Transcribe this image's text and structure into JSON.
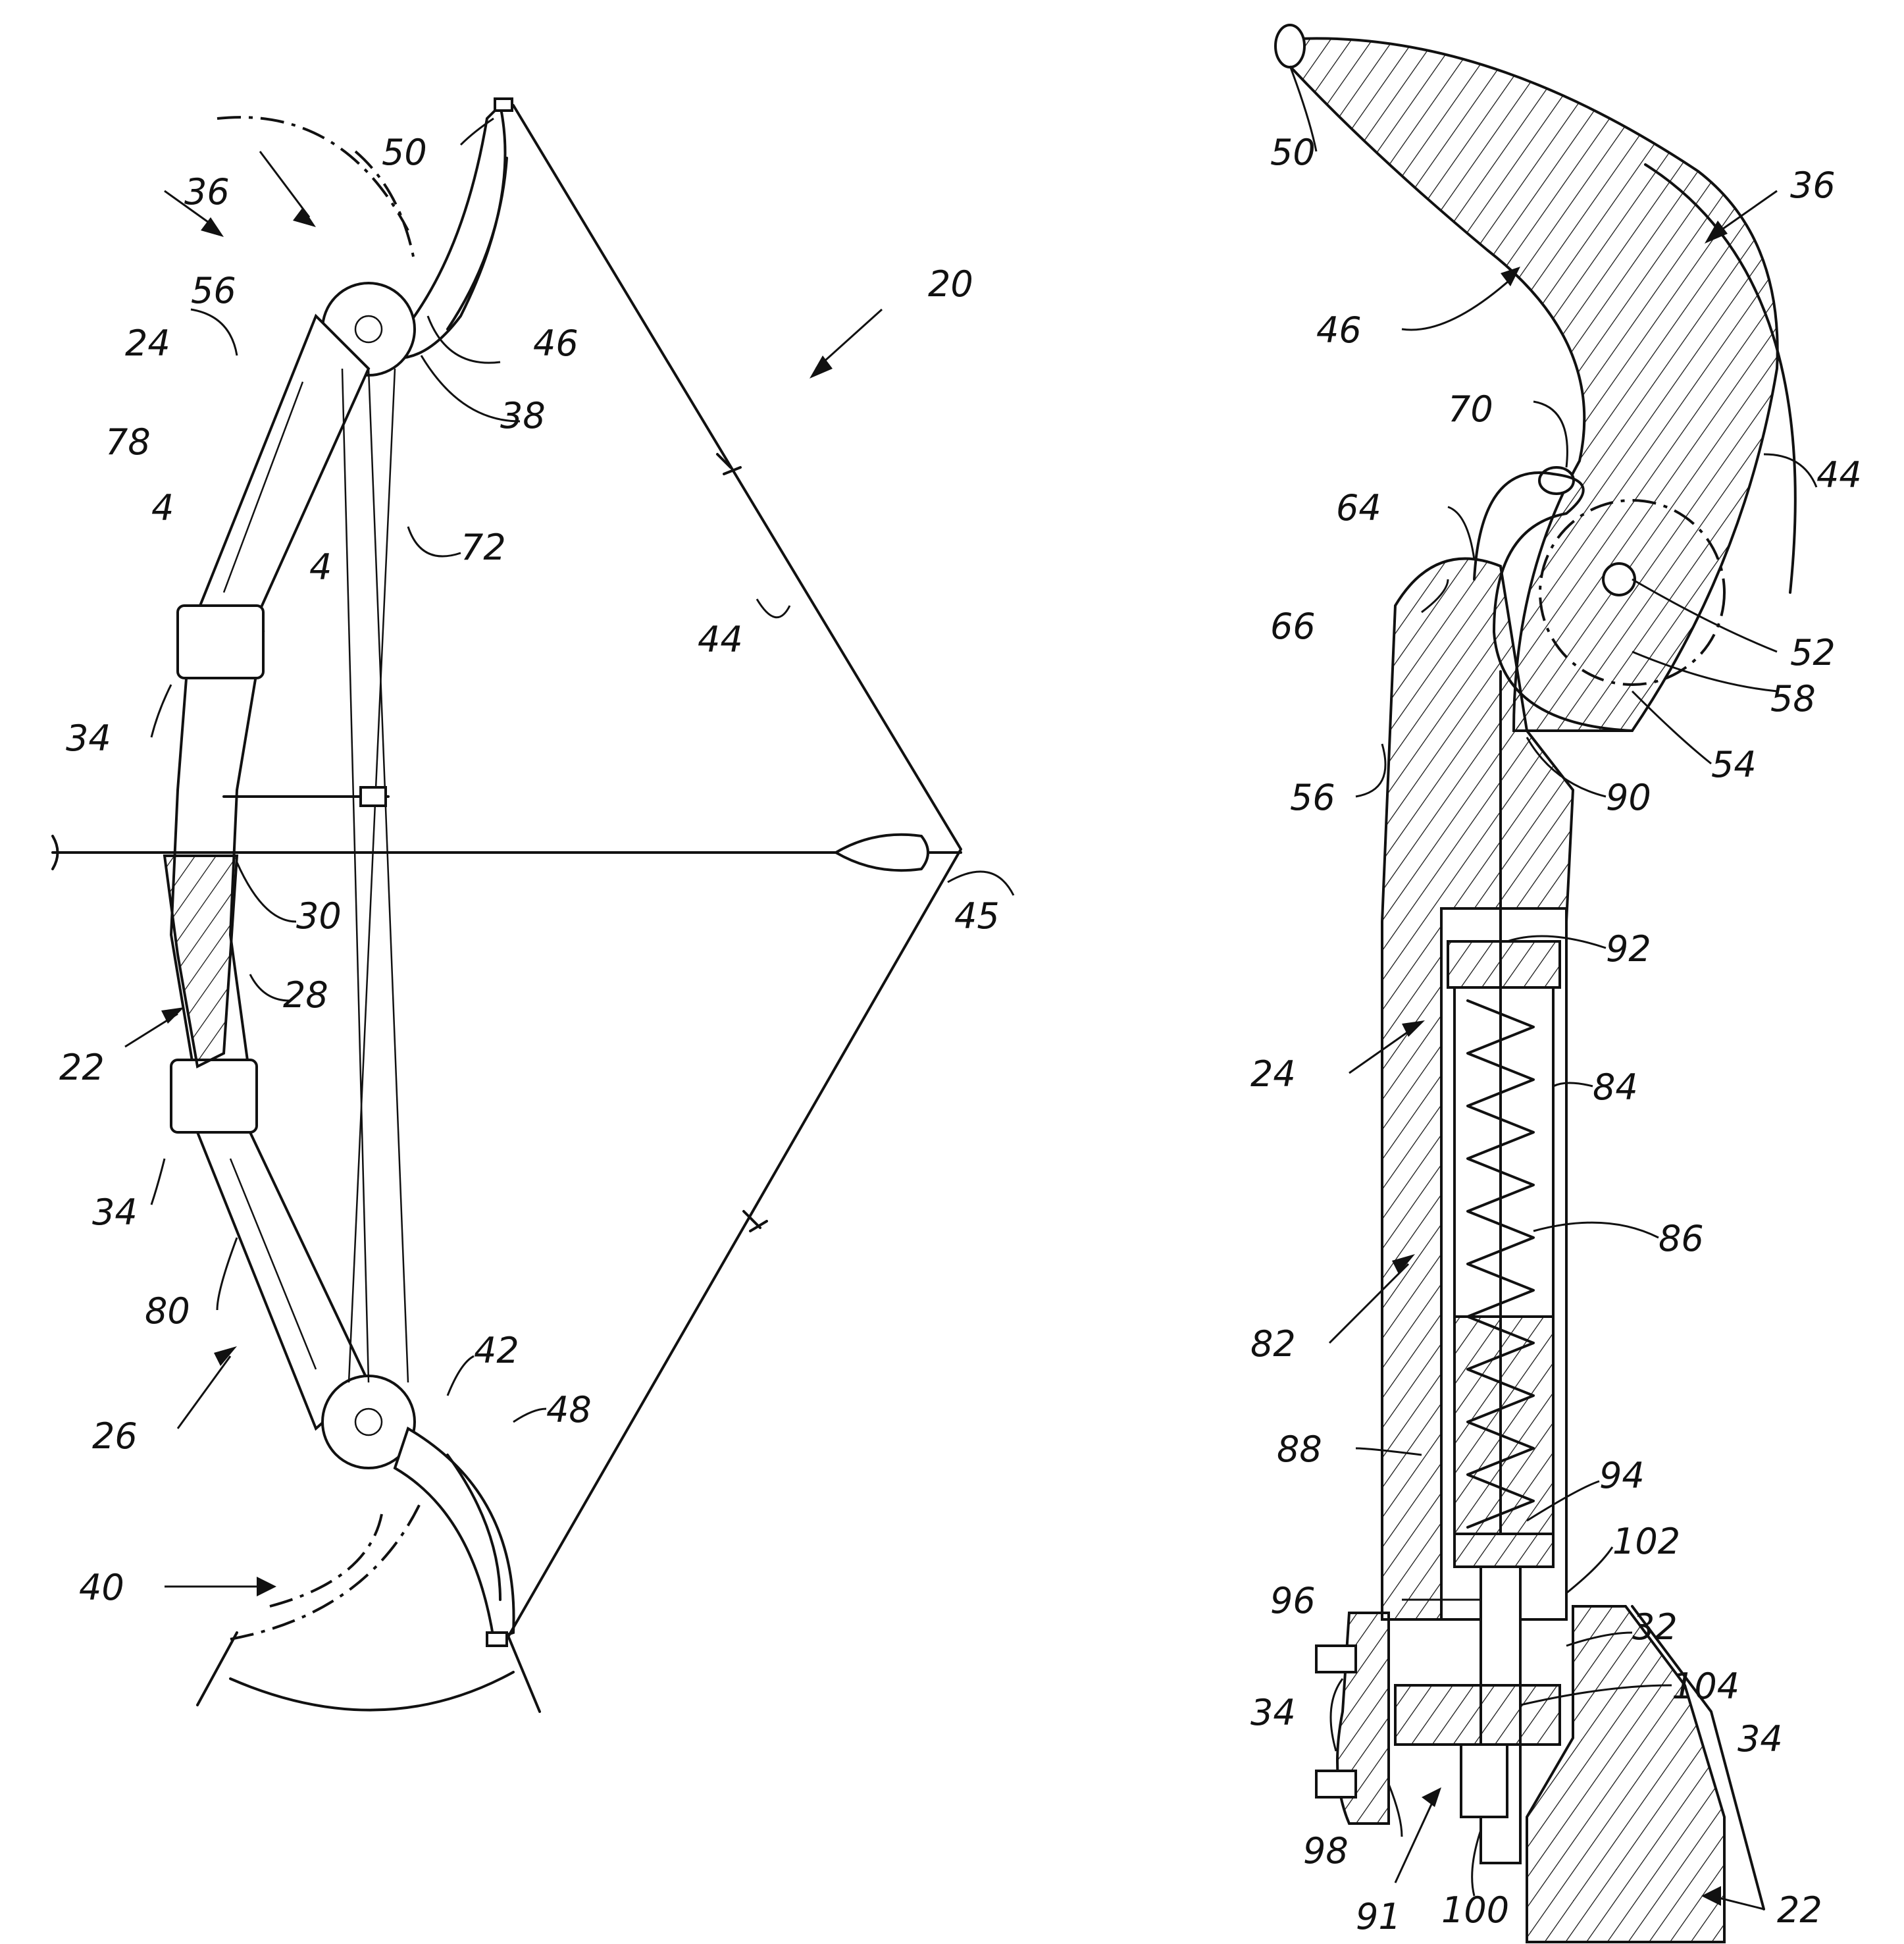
{
  "figure_left": {
    "labels": {
      "l20": "20",
      "l22": "22",
      "l24": "24",
      "l26": "26",
      "l28": "28",
      "l30": "30",
      "l34a": "34",
      "l34b": "34",
      "l36": "36",
      "l38": "38",
      "l40": "40",
      "l42": "42",
      "l44": "44",
      "l45": "45",
      "l46": "46",
      "l48": "48",
      "l50": "50",
      "l56": "56",
      "l72": "72",
      "l78": "78",
      "l80": "80",
      "l4a": "4",
      "l4b": "4"
    }
  },
  "figure_right": {
    "labels": {
      "r22": "22",
      "r24": "24",
      "r32": "32",
      "r34a": "34",
      "r34b": "34",
      "r36": "36",
      "r44": "44",
      "r46": "46",
      "r50": "50",
      "r52": "52",
      "r54": "54",
      "r56": "56",
      "r58": "58",
      "r64": "64",
      "r66": "66",
      "r70": "70",
      "r82": "82",
      "r84": "84",
      "r86": "86",
      "r88": "88",
      "r90": "90",
      "r91": "91",
      "r92": "92",
      "r94": "94",
      "r96": "96",
      "r98": "98",
      "r100": "100",
      "r102": "102",
      "r104": "104"
    }
  }
}
